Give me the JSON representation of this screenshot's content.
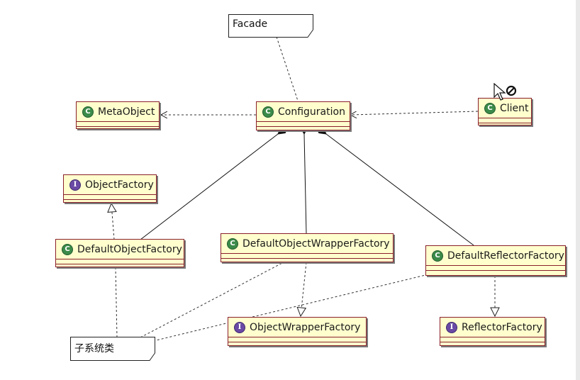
{
  "diagram": {
    "notes": {
      "facade": "Facade",
      "subsystem": "子系统类"
    },
    "classes": {
      "configuration": "Configuration",
      "meta_object": "MetaObject",
      "client": "Client",
      "object_factory": "ObjectFactory",
      "default_object_factory": "DefaultObjectFactory",
      "default_object_wrapper_factory": "DefaultObjectWrapperFactory",
      "default_reflector_factory": "DefaultReflectorFactory",
      "object_wrapper_factory": "ObjectWrapperFactory",
      "reflector_factory": "ReflectorFactory"
    },
    "icon_labels": {
      "class": "C",
      "interface": "I"
    },
    "colors": {
      "box_fill": "#ffffce",
      "box_border": "#8a1f2a",
      "class_icon": "#3b8b4a",
      "interface_icon": "#6a4aa5"
    }
  }
}
